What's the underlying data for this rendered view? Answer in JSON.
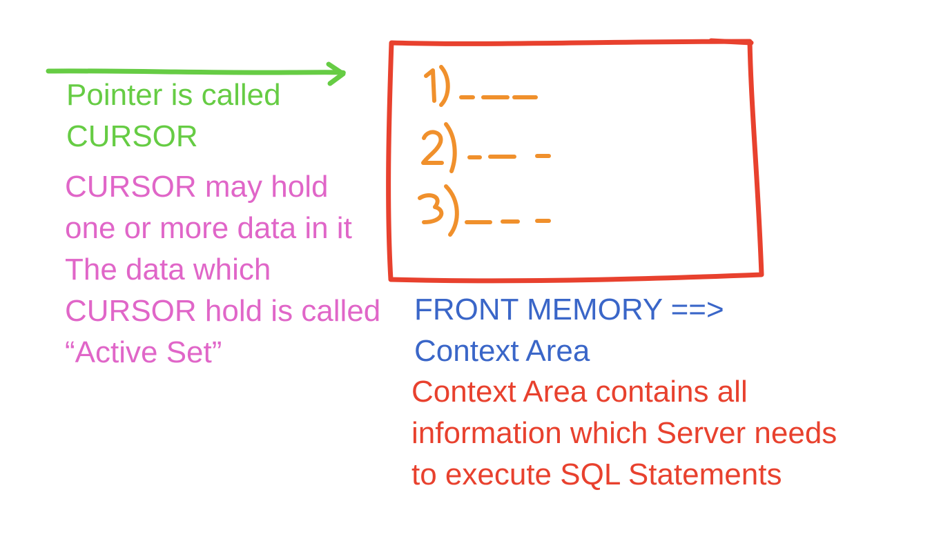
{
  "colors": {
    "green": "#66cc44",
    "pink": "#e066c8",
    "blue": "#3a66c8",
    "red": "#e8412e",
    "orange": "#f0902c"
  },
  "pointer_note": {
    "lines": [
      "Pointer is called",
      "CURSOR"
    ]
  },
  "cursor_note": {
    "lines": [
      "CURSOR may hold",
      "one or more data in it",
      "The data which",
      "CURSOR hold is called",
      "“Active Set”"
    ]
  },
  "front_memory_note": {
    "lines": [
      "FRONT MEMORY ==>",
      "Context Area"
    ]
  },
  "context_note": {
    "lines": [
      "Context Area contains all",
      "information which Server needs",
      "to execute SQL Statements"
    ]
  },
  "memory_box": {
    "items": [
      "1)",
      "2)",
      "3)"
    ]
  }
}
